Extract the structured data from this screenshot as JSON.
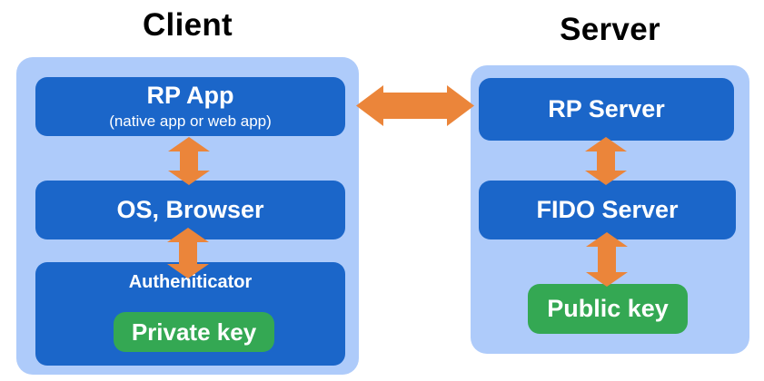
{
  "client": {
    "title": "Client",
    "rp_app": {
      "label": "RP App",
      "sublabel": "(native app or web app)"
    },
    "os_browser": {
      "label": "OS, Browser"
    },
    "authenticator": {
      "label": "Autheniticator",
      "key": {
        "label": "Private key"
      }
    }
  },
  "server": {
    "title": "Server",
    "rp_server": {
      "label": "RP Server"
    },
    "fido_server": {
      "label": "FIDO Server"
    },
    "key": {
      "label": "Public key"
    }
  },
  "icons": {
    "arrows": [
      "client-server-bidirectional-arrow",
      "rpapp-osbrowser-bidirectional-arrow",
      "osbrowser-authenticator-bidirectional-arrow",
      "rpserver-fidoserver-bidirectional-arrow",
      "fidoserver-publickey-bidirectional-arrow"
    ]
  },
  "colors": {
    "panel_light_blue": "#AECBFA",
    "box_blue": "#1B66C9",
    "key_green": "#34A853",
    "arrow_orange": "#EB853A",
    "title_black": "#000000",
    "box_text_white": "#FFFFFF",
    "background": "#FFFFFF"
  }
}
